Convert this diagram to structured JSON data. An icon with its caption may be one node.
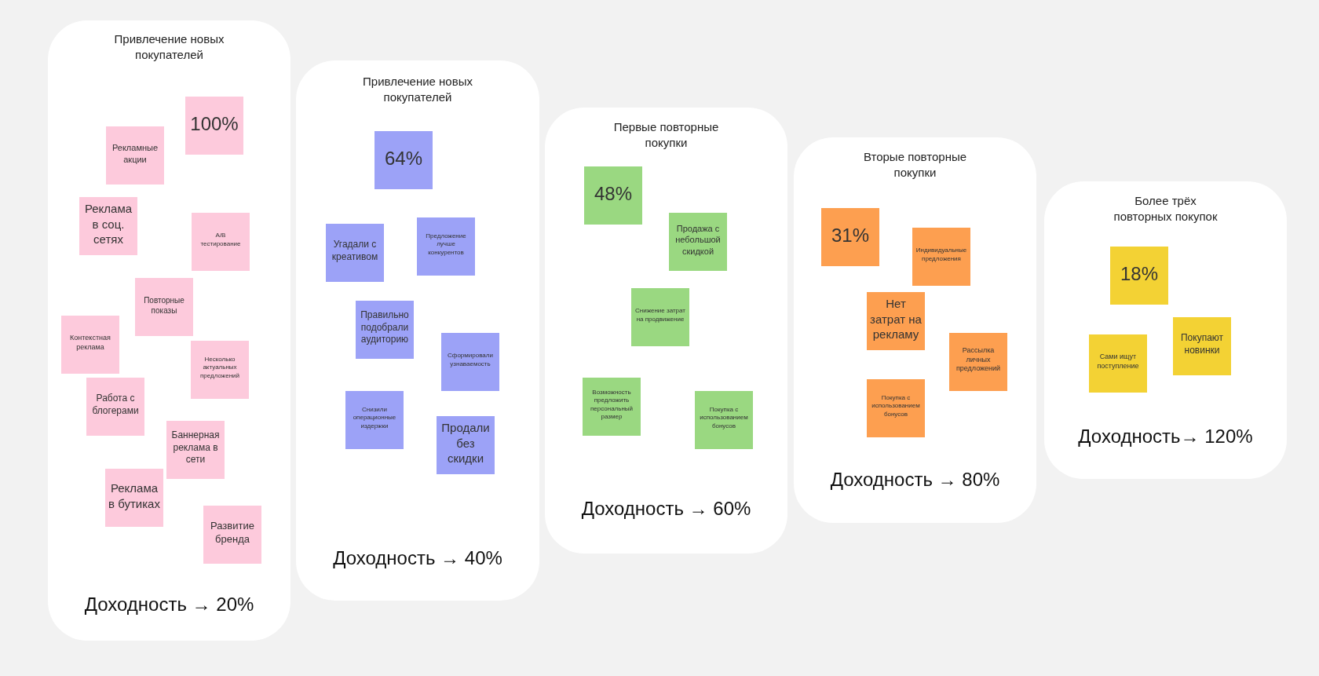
{
  "diagram": {
    "nodes": [
      {
        "text": [
          "Привлечение новых покупателей",
          "Доходность → 20%"
        ]
      },
      {
        "text": [
          "100%"
        ],
        "in": 0
      },
      {
        "text": [
          "Рекламные акции"
        ],
        "in": 0
      },
      {
        "text": [
          "Реклама в соц. сетях"
        ],
        "in": 0
      },
      {
        "text": [
          "A/B тестирование"
        ],
        "in": 0
      },
      {
        "text": [
          "Повторные показы"
        ],
        "in": 0
      },
      {
        "text": [
          "Контекстная реклама"
        ],
        "in": 0
      },
      {
        "text": [
          "Несколько актуальных предложений"
        ],
        "in": 0
      },
      {
        "text": [
          "Работа с блогерами"
        ],
        "in": 0
      },
      {
        "text": [
          "Баннерная реклама в сети"
        ],
        "in": 0
      },
      {
        "text": [
          "Реклама в бутиках"
        ],
        "in": 0
      },
      {
        "text": [
          "Развитие бренда"
        ],
        "in": 0
      },
      {
        "text": [
          "Привлечение новых покупателей",
          "Доходность → 40%"
        ]
      },
      {
        "text": [
          "64%"
        ],
        "in": 12
      },
      {
        "text": [
          "Угадали с креативом"
        ],
        "in": 12
      },
      {
        "text": [
          "Предложение лучше конкурентов"
        ],
        "in": 12
      },
      {
        "text": [
          "Правильно подобрали аудиторию"
        ],
        "in": 12
      },
      {
        "text": [
          "Сформировали узнаваемость"
        ],
        "in": 12
      },
      {
        "text": [
          "Снизили операционные издержки"
        ],
        "in": 12
      },
      {
        "text": [
          "Продали без скидки"
        ],
        "in": 12
      },
      {
        "text": [
          "Первые повторные покупки",
          "Доходность → 60%"
        ]
      },
      {
        "text": [
          "48%"
        ],
        "in": 20
      },
      {
        "text": [
          "Продажа с небольшой скидкой"
        ],
        "in": 20
      },
      {
        "text": [
          "Снижение затрат на продвижение"
        ],
        "in": 20
      },
      {
        "text": [
          "Возможность предложить персональный размер"
        ],
        "in": 20
      },
      {
        "text": [
          "Покупка с использованием бонусов"
        ],
        "in": 20
      },
      {
        "text": [
          "Вторые повторные покупки",
          "Доходность → 80%"
        ]
      },
      {
        "text": [
          "31%"
        ],
        "in": 26
      },
      {
        "text": [
          "Индивидуальные предложения"
        ],
        "in": 26
      },
      {
        "text": [
          "Нет затрат на рекламу"
        ],
        "in": 26
      },
      {
        "text": [
          "Рассылка личных предложений"
        ],
        "in": 26
      },
      {
        "text": [
          "Покупка с использованием бонусов"
        ],
        "in": 26
      },
      {
        "text": [
          "Более трёх повторных покупок",
          "Доходность→ 120%"
        ]
      },
      {
        "text": [
          "18%"
        ],
        "in": 32
      },
      {
        "text": [
          "Сами ищут поступление"
        ],
        "in": 32
      },
      {
        "text": [
          "Покупают новинки"
        ],
        "in": 32
      }
    ]
  }
}
